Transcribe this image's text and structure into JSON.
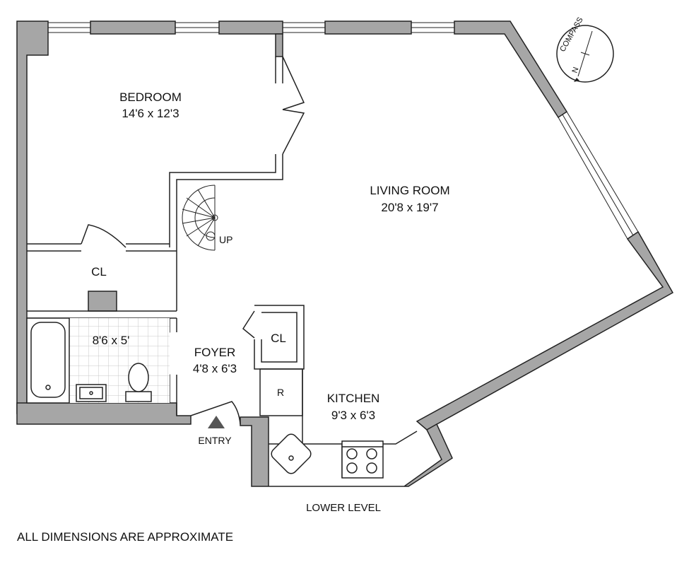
{
  "rooms": {
    "bedroom": {
      "name": "BEDROOM",
      "dims": "14'6 x 12'3"
    },
    "living": {
      "name": "LIVING ROOM",
      "dims": "20'8 x 19'7"
    },
    "closet_left": {
      "name": "CL"
    },
    "bath": {
      "dims": "8'6 x 5'"
    },
    "foyer": {
      "name": "FOYER",
      "dims": "4'8 x 6'3"
    },
    "closet_foyer": {
      "name": "CL"
    },
    "kitchen": {
      "name": "KITCHEN",
      "dims": "9'3 x 6'3"
    },
    "refrigerator": {
      "label": "R"
    }
  },
  "stair": {
    "label": "UP"
  },
  "entry": {
    "label": "ENTRY"
  },
  "compass": {
    "label": "COMPASS",
    "north": "N"
  },
  "footer": {
    "level": "LOWER LEVEL",
    "disclaimer": "ALL DIMENSIONS ARE APPROXIMATE"
  },
  "colors": {
    "wall": "#a6a6a6",
    "line": "#222222",
    "north": "#cc2222"
  }
}
